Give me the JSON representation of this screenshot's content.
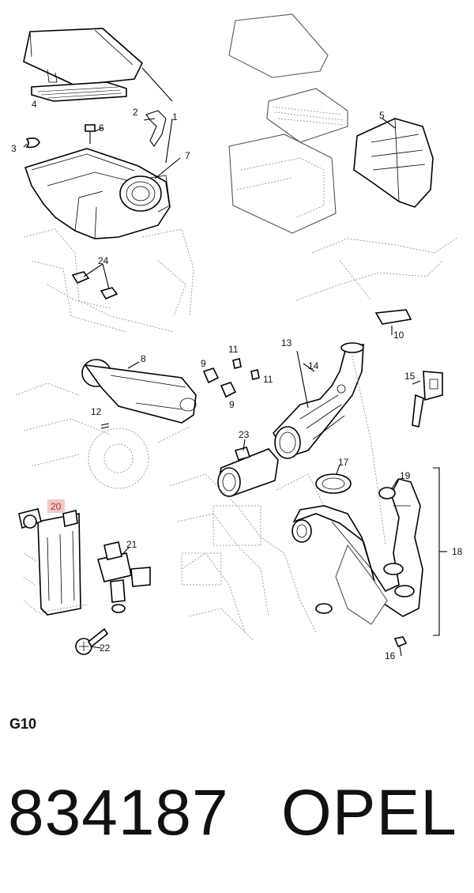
{
  "callouts": {
    "c1": "1",
    "c2": "2",
    "c3": "3",
    "c4": "4",
    "c5": "5",
    "c6": "6",
    "c7": "7",
    "c8": "8",
    "c9a": "9",
    "c9b": "9",
    "c10": "10",
    "c11a": "11",
    "c11b": "11",
    "c12": "12",
    "c13": "13",
    "c14": "14",
    "c15": "15",
    "c16": "16",
    "c17": "17",
    "c18": "18",
    "c19": "19",
    "c20": "20",
    "c21": "21",
    "c22": "22",
    "c23": "23",
    "c24": "24"
  },
  "highlighted_callout": "20",
  "highlight_color": "#f3c8c8",
  "section_code": "G10",
  "part_number": "834187",
  "brand": "OPEL"
}
